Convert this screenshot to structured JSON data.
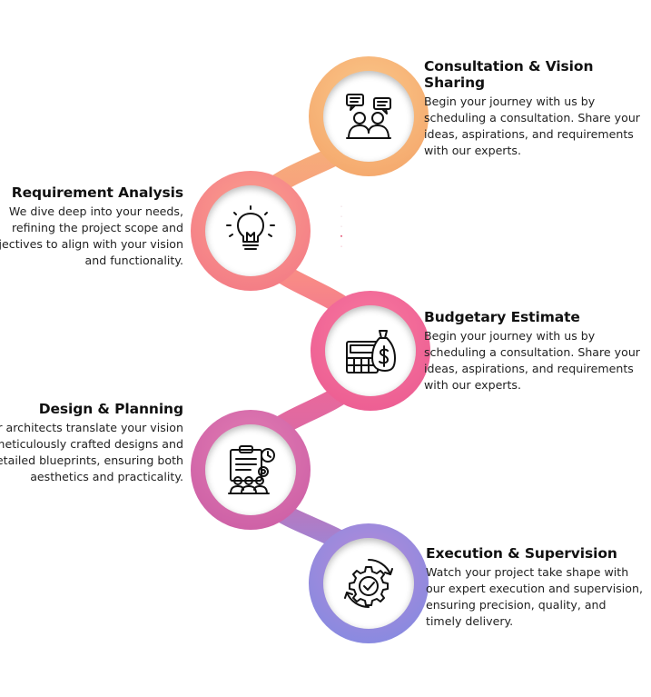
{
  "steps": [
    {
      "title": "Consultation & Vision Sharing",
      "description": "Begin your journey with us by scheduling a consultation. Share your ideas, aspirations, and requirements with our experts.",
      "icon": "consultation-icon",
      "color": "#f5b074"
    },
    {
      "title": "Requirement Analysis",
      "description": "We dive deep into your needs, refining the project scope and objectives to align with your vision and functionality.",
      "icon": "lightbulb-icon",
      "color": "#f78a86"
    },
    {
      "title": "Budgetary Estimate",
      "description": "Begin your journey with us by scheduling a consultation. Share your ideas, aspirations, and requirements with our experts.",
      "icon": "money-bag-icon",
      "color": "#f06596"
    },
    {
      "title": "Design & Planning",
      "description": "Our architects translate your vision into meticulously crafted designs and detailed blueprints, ensuring both aesthetics and practicality.",
      "icon": "clipboard-team-icon",
      "color": "#d46aa9"
    },
    {
      "title": "Execution & Supervision",
      "description": "Watch your project take shape with our expert execution and supervision, ensuring precision, quality, and timely delivery.",
      "icon": "gear-check-icon",
      "color": "#8e8ae0"
    }
  ]
}
